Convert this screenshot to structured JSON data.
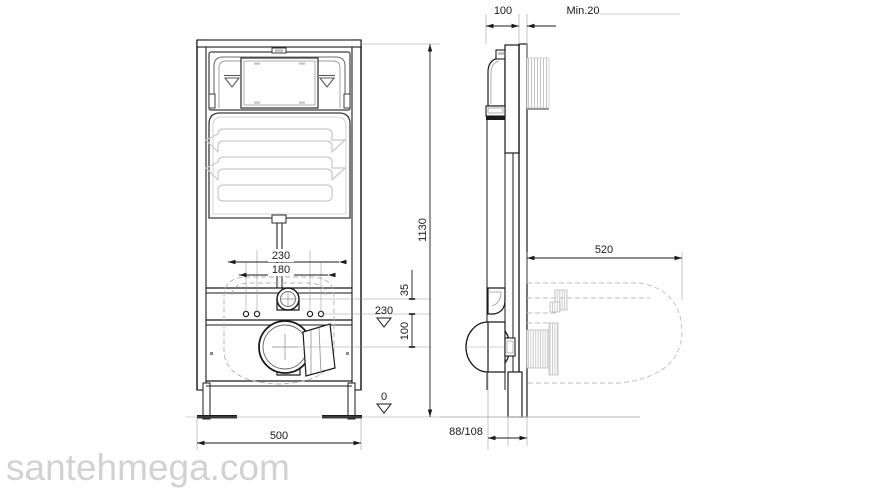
{
  "drawing": {
    "title": "Concealed cistern installation frame - technical drawing",
    "line_color": "#1a1a1a",
    "thin_line_color": "#8c8c8c",
    "hidden_line_color": "#aaaaaa",
    "hatch_color": "#b5b5b5",
    "watermark_color": "#d2d2d2"
  },
  "watermark": {
    "text": "santehmega.com"
  },
  "front_view": {
    "name": "front-elevation",
    "dimensions": {
      "overall_width": "500",
      "overall_height": "1130",
      "bolt_spacing_outer": "230",
      "bolt_spacing_inner": "180",
      "inlet_offset": "35",
      "outlet_height_band": "100",
      "level_outlet": "230",
      "level_floor": "0"
    }
  },
  "side_view": {
    "name": "side-section",
    "dimensions": {
      "frame_depth": "100",
      "wall_clearance": "Min.20",
      "bowl_projection": "520",
      "base_depth": "88/108"
    }
  },
  "labels": {
    "d_500": "500",
    "d_1130": "1130",
    "d_230_top": "230",
    "d_180": "180",
    "d_35": "35",
    "d_100_v": "100",
    "lvl_230": "230",
    "lvl_0": "0",
    "d_100_top": "100",
    "d_min20": "Min.20",
    "d_520": "520",
    "d_88_108": "88/108"
  }
}
